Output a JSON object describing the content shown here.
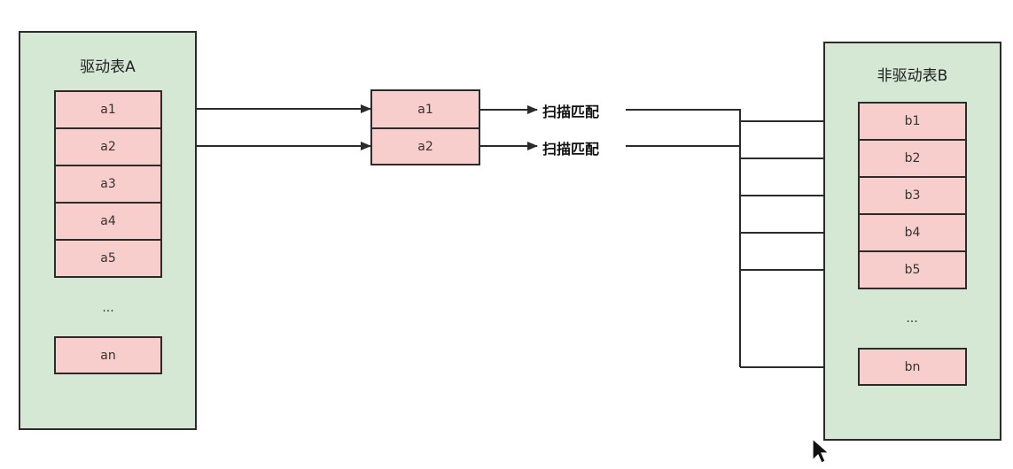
{
  "driving_table": {
    "title": "驱动表A",
    "rows": [
      "a1",
      "a2",
      "a3",
      "a4",
      "a5"
    ],
    "ellipsis": "...",
    "last_row": "an"
  },
  "buffer": {
    "rows": [
      "a1",
      "a2"
    ]
  },
  "scan_labels": [
    "扫描匹配",
    "扫描匹配"
  ],
  "driven_table": {
    "title": "非驱动表B",
    "rows": [
      "b1",
      "b2",
      "b3",
      "b4",
      "b5"
    ],
    "ellipsis": "...",
    "last_row": "bn"
  },
  "colors": {
    "group_fill": "#d5e8d4",
    "cell_fill": "#f8cecc",
    "stroke": "#2b2b2b"
  }
}
